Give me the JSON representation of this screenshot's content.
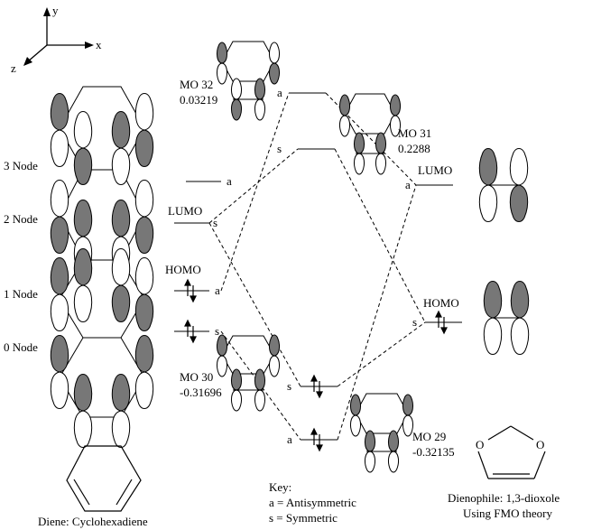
{
  "axes": {
    "y": "y",
    "x": "x",
    "z": "z"
  },
  "diene": {
    "node_labels": [
      "3 Node",
      "2 Node",
      "1 Node",
      "0 Node"
    ],
    "lumo_label": "LUMO",
    "homo_label": "HOMO",
    "sym": {
      "a3": "a",
      "lumo": "s",
      "homo": "a",
      "mo0": "s"
    },
    "caption": "Diene: Cyclohexadiene"
  },
  "complex": {
    "mo32": {
      "name": "MO 32",
      "energy": "0.03219"
    },
    "mo31": {
      "name": "MO 31",
      "energy": "0.2288"
    },
    "mo30": {
      "name": "MO 30",
      "energy": "-0.31696"
    },
    "mo29": {
      "name": "MO 29",
      "energy": "-0.32135"
    },
    "sym": {
      "mo32": "a",
      "mo31": "s",
      "mo30": "s",
      "mo29": "a"
    }
  },
  "dienophile": {
    "lumo_label": "LUMO",
    "homo_label": "HOMO",
    "sym": {
      "lumo": "a",
      "homo": "s"
    },
    "atom_o": "O",
    "caption_1": "Dienophile: 1,3-dioxole",
    "caption_2": "Using FMO theory"
  },
  "key": {
    "title": "Key:",
    "a": "a = Antisymmetric",
    "s": "s = Symmetric"
  }
}
